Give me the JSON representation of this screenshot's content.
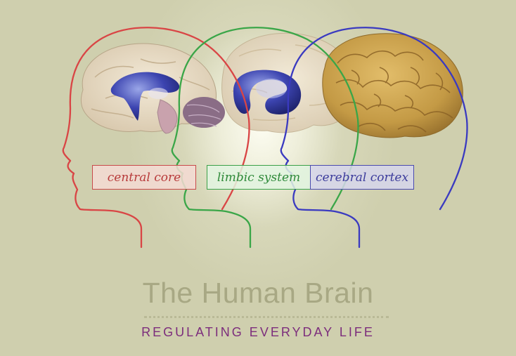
{
  "labels": {
    "central_core": "central core",
    "limbic_system": "limbic system",
    "cerebral_cortex": "cerebral cortex"
  },
  "title": "The Human Brain",
  "subtitle": "REGULATING EVERYDAY LIFE",
  "colors": {
    "background": "#cfcfae",
    "central_core": "#d94545",
    "limbic_system": "#3aa648",
    "cerebral_cortex": "#3a3ac0",
    "title": "#a8a884",
    "subtitle": "#7c2d7c"
  }
}
